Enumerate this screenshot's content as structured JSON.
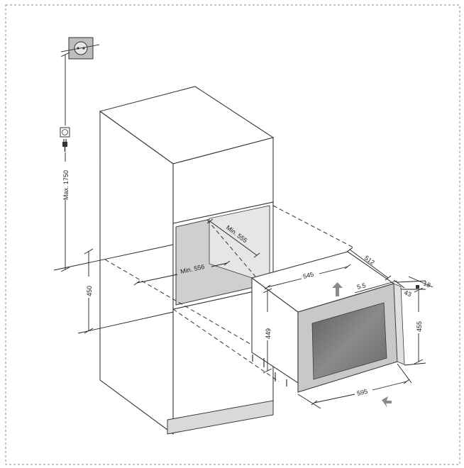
{
  "dimensions": {
    "max_height": "Max. 1750",
    "niche_height": "450",
    "min_depth_upper": "Min. 555",
    "min_width": "Min. 556",
    "appliance_width_top": "545",
    "appliance_depth": "512",
    "gap_top": "5.5",
    "door_thickness": "43",
    "handle_offset": "18",
    "appliance_height_body": "449",
    "door_height": "455",
    "door_width": "595"
  },
  "colors": {
    "line": "#3a3a3a",
    "niche_shade": "#cfcfcf",
    "glass": "#7a7a7a",
    "arrow": "#8a8a8a"
  },
  "icons": [
    "wall-socket-icon",
    "plug-icon",
    "arrow-up-icon",
    "arrow-in-icon"
  ]
}
